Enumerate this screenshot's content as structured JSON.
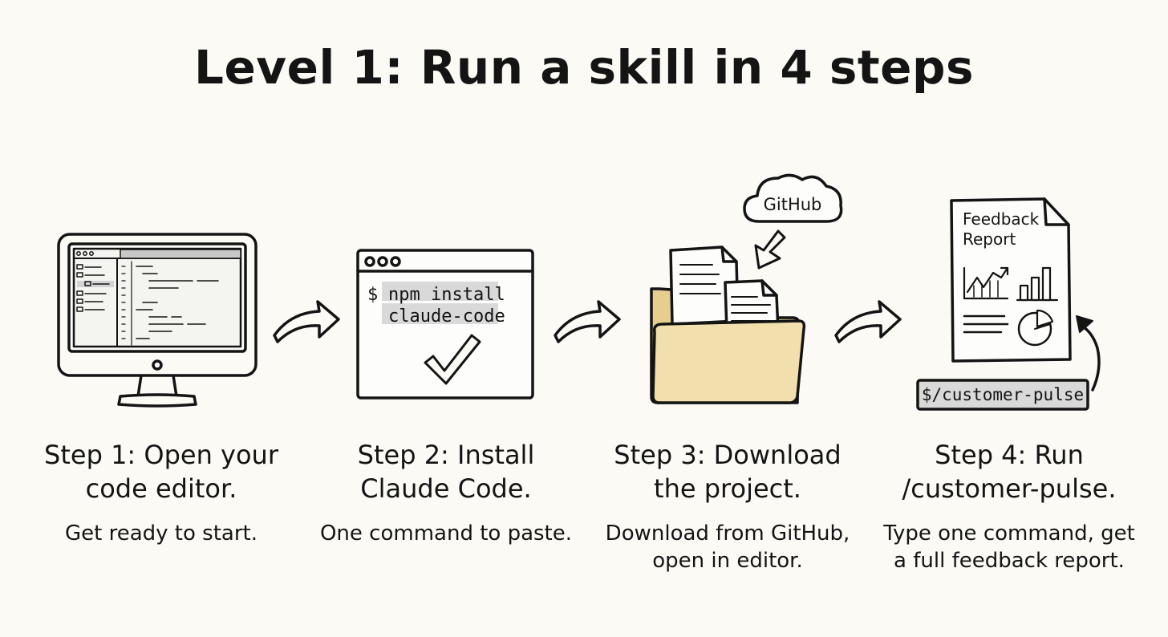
{
  "title": "Level 1: Run a skill in 4 steps",
  "colors": {
    "background": "#fbfaf5",
    "ink": "#141414",
    "folder": "#f1dfad",
    "command_highlight": "#d9d9d9"
  },
  "steps": [
    {
      "title": "Step 1: Open your code editor.",
      "description": "Get ready to start.",
      "icon": "monitor-code-editor-icon"
    },
    {
      "title": "Step 2: Install Claude Code.",
      "description": "One command to paste.",
      "icon": "terminal-window-icon",
      "terminal": {
        "prompt": "$",
        "line1": "npm install",
        "line2": "claude-code"
      }
    },
    {
      "title": "Step 3: Download the project.",
      "description": "Download from GitHub, open in editor.",
      "icon": "folder-download-icon",
      "cloud_label": "GitHub"
    },
    {
      "title": "Step 4: Run /customer-pulse.",
      "description": "Type one command, get a full feedback report.",
      "icon": "report-document-icon",
      "report_title_line1": "Feedback",
      "report_title_line2": "Report",
      "command": "$/customer-pulse"
    }
  ]
}
